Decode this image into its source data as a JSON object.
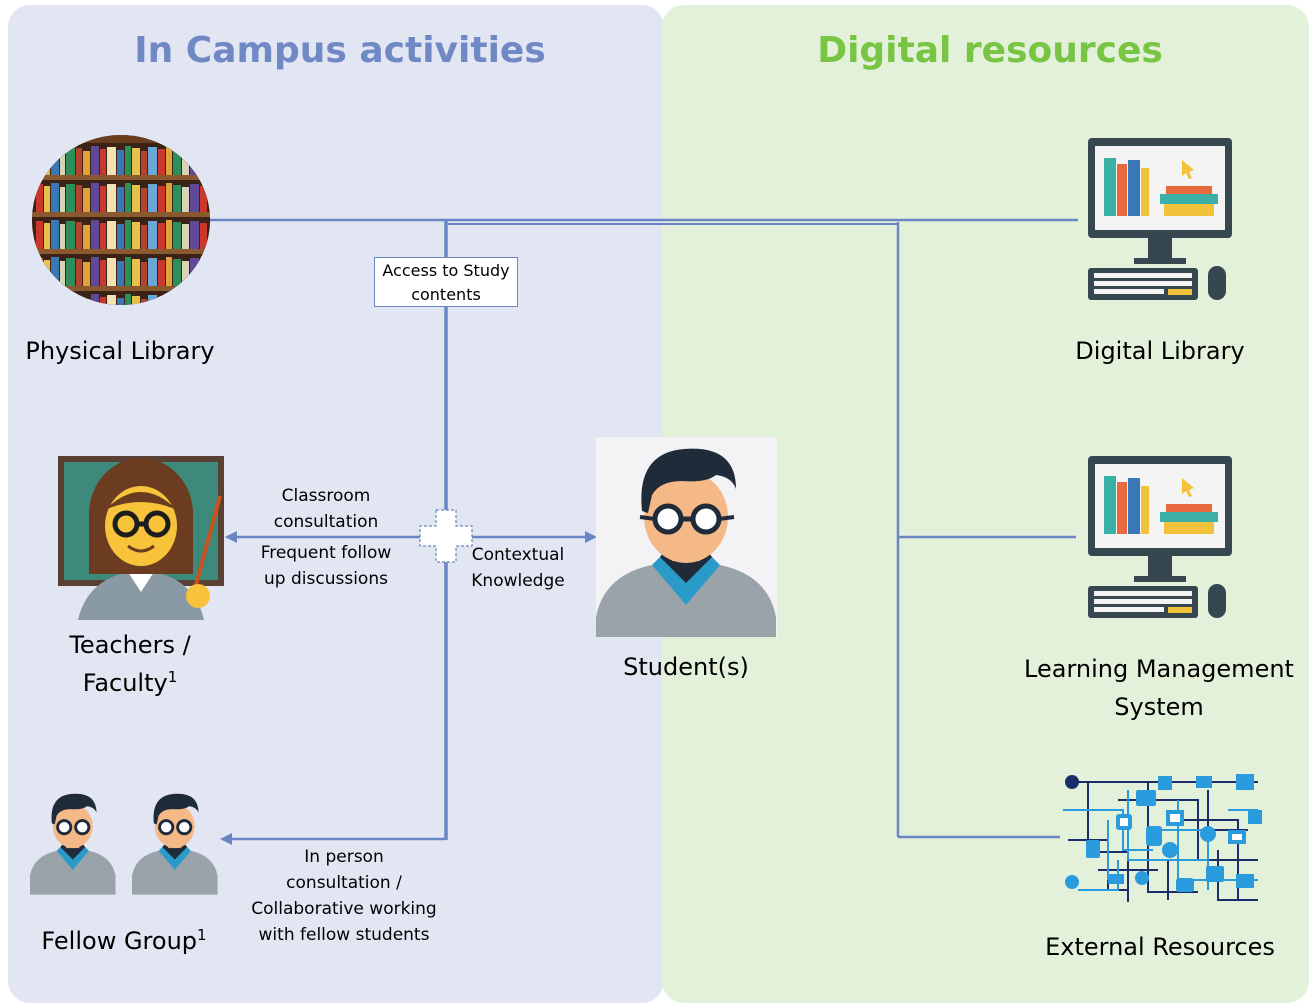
{
  "headings": {
    "left": "In Campus activities",
    "right": "Digital resources"
  },
  "nodes": {
    "physical_library": "Physical  Library",
    "teachers": "Teachers /",
    "faculty": "Faculty",
    "faculty_sup": "1",
    "fellow_group": "Fellow Group",
    "fellow_sup": "1",
    "student": "Student(s)",
    "digital_library": "Digital Library",
    "lms_line1": "Learning Management",
    "lms_line2": "System",
    "external": "External Resources"
  },
  "edge_labels": {
    "access_line1": "Access to Study",
    "access_line2": "contents",
    "classroom_line1": "Classroom",
    "classroom_line2": "consultation",
    "frequent_line1": "Frequent follow",
    "frequent_line2": "up discussions",
    "contextual_line1": "Contextual",
    "contextual_line2": "Knowledge",
    "inperson_line1": "In person",
    "inperson_line2": "consultation /",
    "inperson_line3": "Collaborative working",
    "inperson_line4": "with fellow students"
  },
  "colors": {
    "wire": "#6b86c4",
    "left_panel": "#e2e6f2",
    "right_panel": "#e4f1da",
    "left_heading": "#7088c4",
    "right_heading": "#78c544"
  },
  "icons": [
    "bookshelf-icon",
    "computer-icon",
    "teacher-icon",
    "student-icon",
    "network-icon"
  ]
}
